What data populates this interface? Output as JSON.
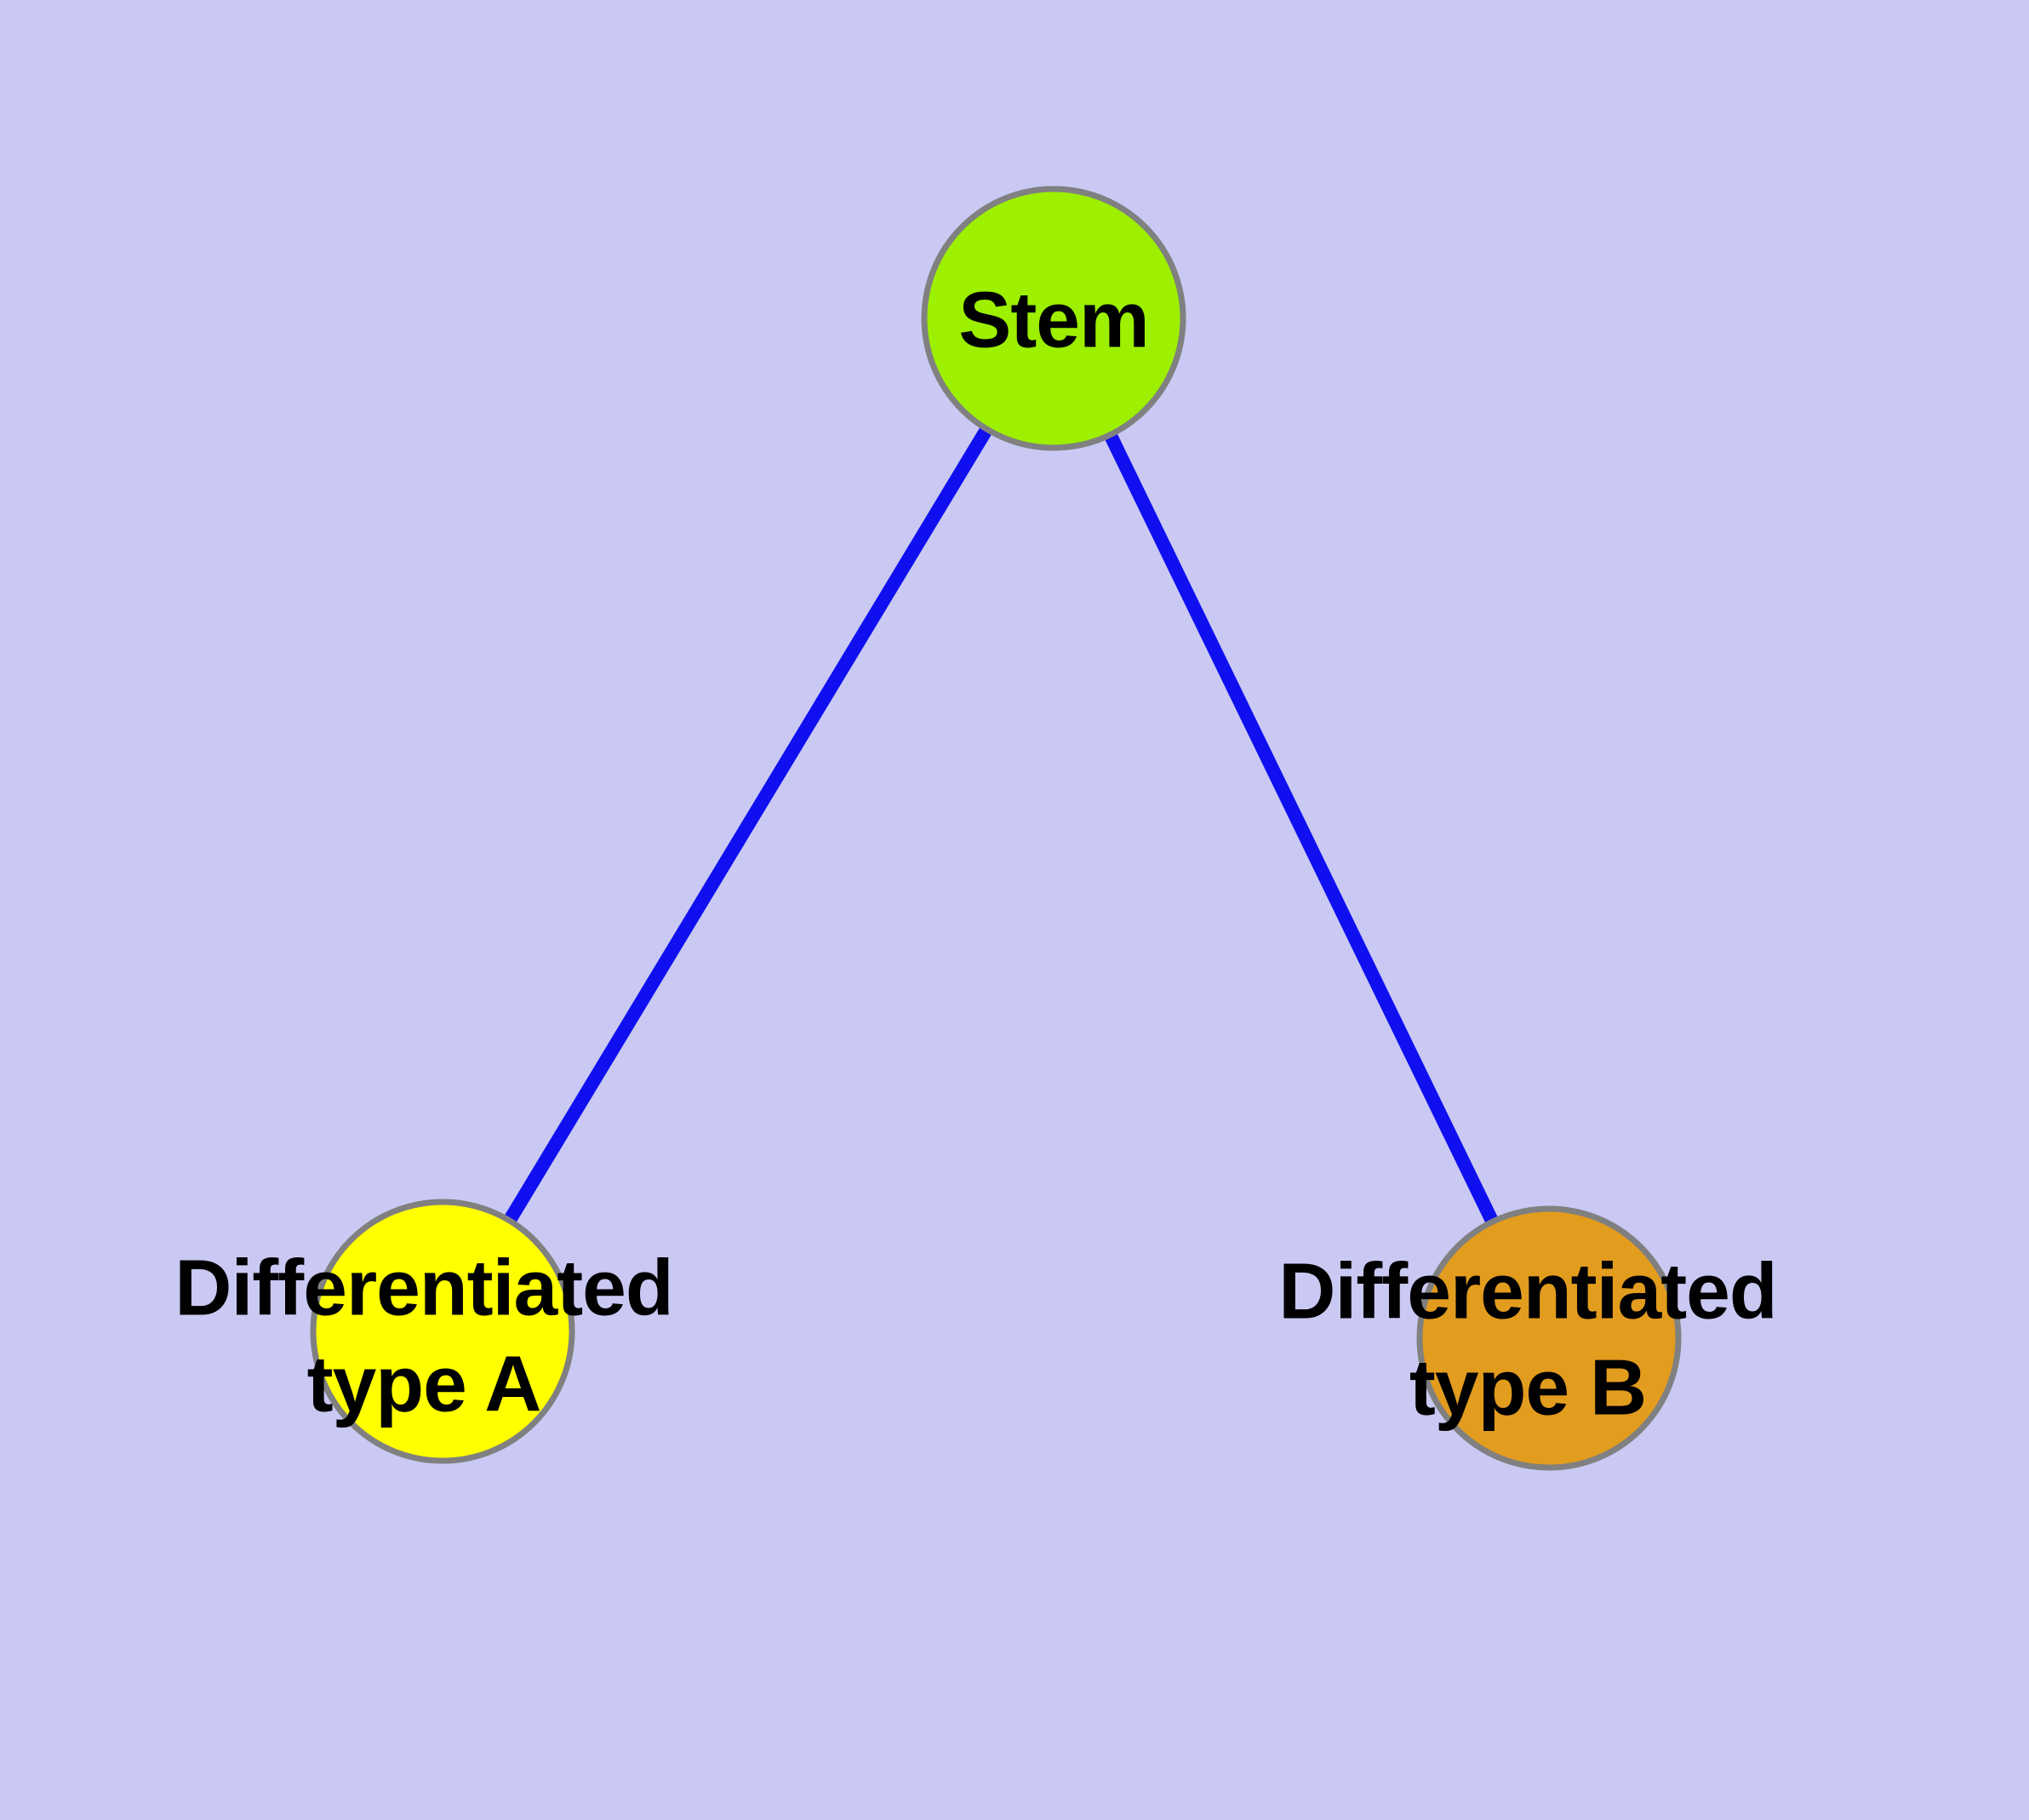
{
  "canvas": {
    "background": "#C9C9F3",
    "text_color": "#000000"
  },
  "nodes": {
    "stem": {
      "label": "Stem",
      "fill": "#9CF000",
      "border": "#808080"
    },
    "type_a": {
      "label": "Differentiated\ntype A",
      "fill": "#FFFF00",
      "border": "#808080"
    },
    "type_b": {
      "label": "Differentiated\ntype B",
      "fill": "#E29C1E",
      "border": "#808080"
    }
  },
  "edges": {
    "color": "#0F0FF0",
    "connections": [
      {
        "from": "Stem",
        "to": "Differentiated type A"
      },
      {
        "from": "Stem",
        "to": "Differentiated type B"
      }
    ]
  }
}
